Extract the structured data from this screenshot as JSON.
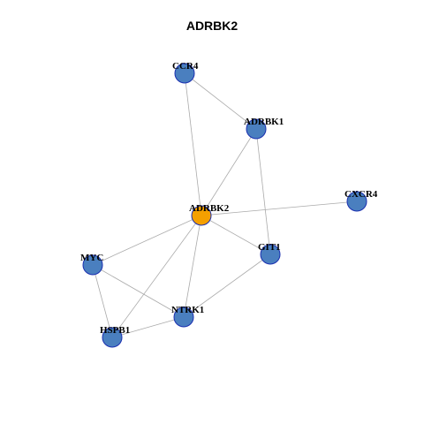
{
  "title": "ADRBK2",
  "colors": {
    "center_node": "#f5a000",
    "node": "#4a7fbf",
    "node_border": "#1a2fb0",
    "edge": "#aaaaaa"
  },
  "nodes": [
    {
      "id": "ADRBK2",
      "label": "ADRBK2",
      "role": "center"
    },
    {
      "id": "CCR4",
      "label": "CCR4",
      "role": "neighbor"
    },
    {
      "id": "ADRBK1",
      "label": "ADRBK1",
      "role": "neighbor"
    },
    {
      "id": "CXCR4",
      "label": "CXCR4",
      "role": "neighbor"
    },
    {
      "id": "GIT1",
      "label": "GIT1",
      "role": "neighbor"
    },
    {
      "id": "MYC",
      "label": "MYC",
      "role": "neighbor"
    },
    {
      "id": "NTRK1",
      "label": "NTRK1",
      "role": "neighbor"
    },
    {
      "id": "HSPB1",
      "label": "HSPB1",
      "role": "neighbor"
    }
  ],
  "edges": [
    [
      "CCR4",
      "ADRBK1"
    ],
    [
      "CCR4",
      "ADRBK2"
    ],
    [
      "ADRBK1",
      "ADRBK2"
    ],
    [
      "ADRBK1",
      "GIT1"
    ],
    [
      "ADRBK2",
      "CXCR4"
    ],
    [
      "ADRBK2",
      "GIT1"
    ],
    [
      "ADRBK2",
      "MYC"
    ],
    [
      "ADRBK2",
      "HSPB1"
    ],
    [
      "ADRBK2",
      "NTRK1"
    ],
    [
      "GIT1",
      "NTRK1"
    ],
    [
      "MYC",
      "NTRK1"
    ],
    [
      "MYC",
      "HSPB1"
    ],
    [
      "HSPB1",
      "NTRK1"
    ]
  ]
}
